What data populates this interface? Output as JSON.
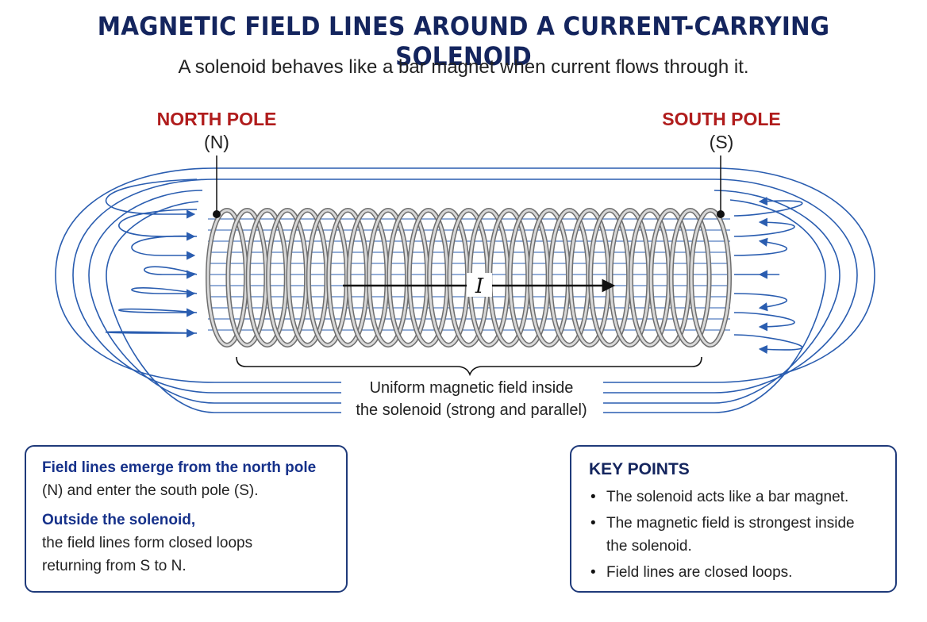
{
  "title": "MAGNETIC FIELD LINES AROUND A CURRENT-CARRYING SOLENOID",
  "subtitle": "A solenoid behaves like a bar magnet when current flows through it.",
  "north_pole": {
    "label": "NORTH POLE",
    "abbr": "(N)"
  },
  "south_pole": {
    "label": "SOUTH POLE",
    "abbr": "(S)"
  },
  "current_label": "I",
  "uniform_field": {
    "line1": "Uniform magnetic field inside",
    "line2": "the solenoid (strong and parallel)"
  },
  "left_box": {
    "heading1": "Field lines emerge from the north pole",
    "text1": "(N) and enter the south pole (S).",
    "heading2": "Outside the solenoid,",
    "text2_line1": "the field lines form closed loops",
    "text2_line2": "returning from S to N."
  },
  "key_points": {
    "title": "KEY POINTS",
    "items": [
      "The solenoid acts like a bar magnet.",
      "The magnetic field is strongest inside the solenoid.",
      "Field lines are closed loops."
    ]
  },
  "colors": {
    "field_line": "#2a5db0",
    "coil": "#9a9a9a",
    "pole_label": "#b01c1c",
    "title": "#14255e",
    "box_border": "#1f3a7a"
  }
}
